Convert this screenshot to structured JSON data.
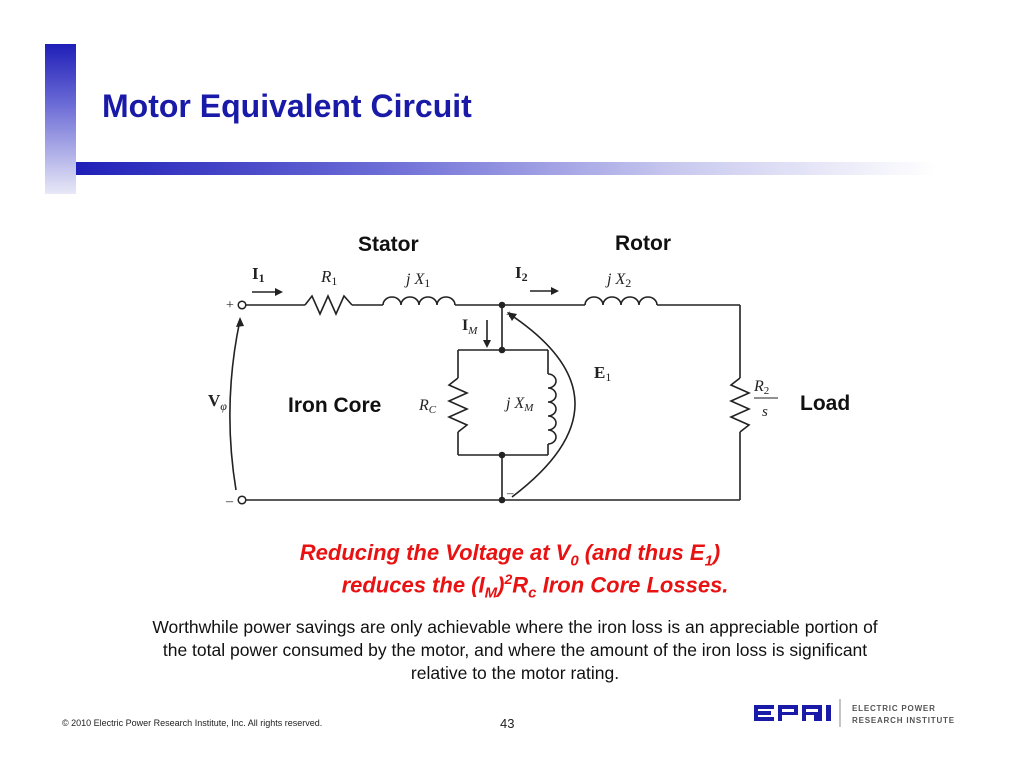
{
  "slide": {
    "title": "Motor Equivalent Circuit",
    "page_number": "43",
    "footer": "© 2010 Electric Power Research Institute, Inc. All rights reserved."
  },
  "circuit": {
    "stator_label": "Stator",
    "rotor_label": "Rotor",
    "iron_core_label": "Iron Core",
    "load_label": "Load",
    "I1": "I",
    "I1_sub": "1",
    "I2": "I",
    "I2_sub": "2",
    "IM": "I",
    "IM_sub": "M",
    "R1": "R",
    "R1_sub": "1",
    "jX1": "j X",
    "jX1_sub": "1",
    "jX2": "j X",
    "jX2_sub": "2",
    "RC": "R",
    "RC_sub": "C",
    "jXM": "j X",
    "jXM_sub": "M",
    "E1": "E",
    "E1_sub": "1",
    "V_phi": "V",
    "V_phi_sub": "φ",
    "R2_num": "R",
    "R2_num_sub": "2",
    "R2_den": "s",
    "plus_left": "+",
    "minus_left": "–",
    "plus_mid": "+",
    "minus_mid": "–"
  },
  "callout": {
    "line1_a": "Reducing the Voltage at V",
    "line1_sub": "0",
    "line1_b": " (and thus E",
    "line1_sub2": "1",
    "line1_c": ")",
    "line2_a": "reduces  the (I",
    "line2_sub": "M",
    "line2_b": ")",
    "line2_sup": "2",
    "line2_c": "R",
    "line2_sub2": "c",
    "line2_d": " Iron Core Losses."
  },
  "body": {
    "paragraph": "Worthwhile power savings are only achievable where the iron loss is an appreciable portion of the total power consumed by the motor, and where the amount of the iron loss is significant relative to the motor rating."
  },
  "logo": {
    "mark": "EPRI",
    "line1": "ELECTRIC POWER",
    "line2": "RESEARCH INSTITUTE",
    "colors": {
      "mark": "#1a1aa8",
      "text": "#555555"
    }
  },
  "colors": {
    "title": "#1a1aa8",
    "accent": "#1f1fb8",
    "callout": "#e81212"
  }
}
